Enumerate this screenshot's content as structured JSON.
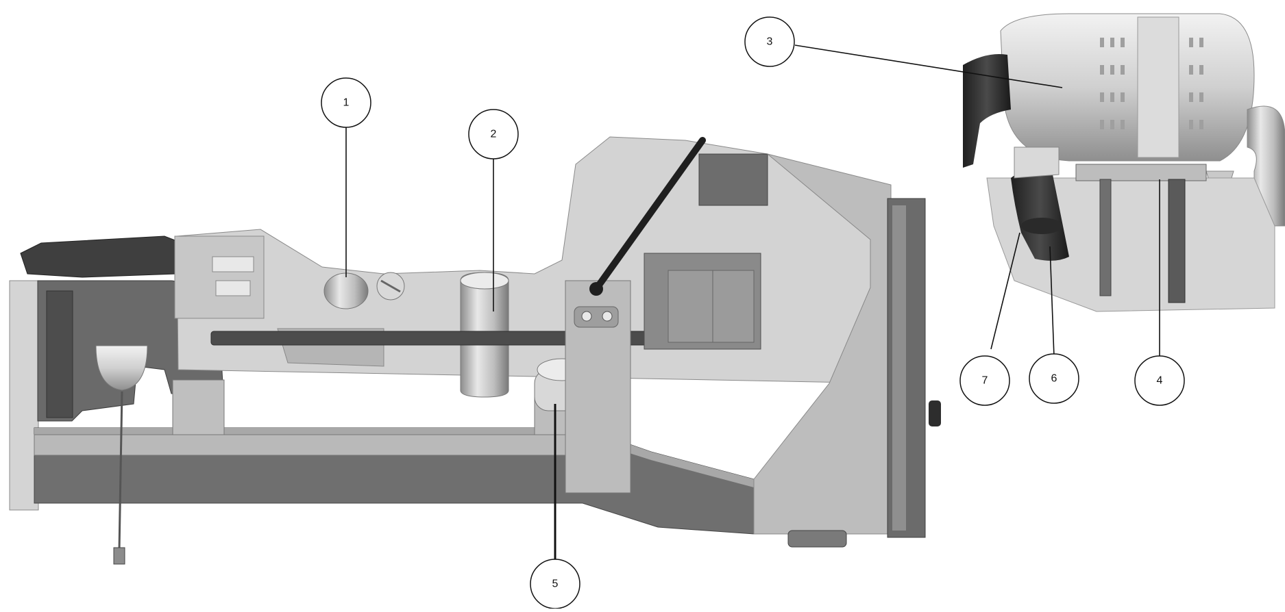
{
  "diagram": {
    "callouts": [
      {
        "id": "callout-1",
        "label": "1"
      },
      {
        "id": "callout-2",
        "label": "2"
      },
      {
        "id": "callout-3",
        "label": "3"
      },
      {
        "id": "callout-4",
        "label": "4"
      },
      {
        "id": "callout-5",
        "label": "5"
      },
      {
        "id": "callout-6",
        "label": "6"
      },
      {
        "id": "callout-7",
        "label": "7"
      }
    ],
    "colors": {
      "frame_dark": "#5f5f5f",
      "frame_mid": "#9a9a9a",
      "frame_light": "#c9c9c9",
      "panel": "#bdbdbd",
      "highlight": "#e6e6e6",
      "black": "#2a2a2a"
    }
  }
}
